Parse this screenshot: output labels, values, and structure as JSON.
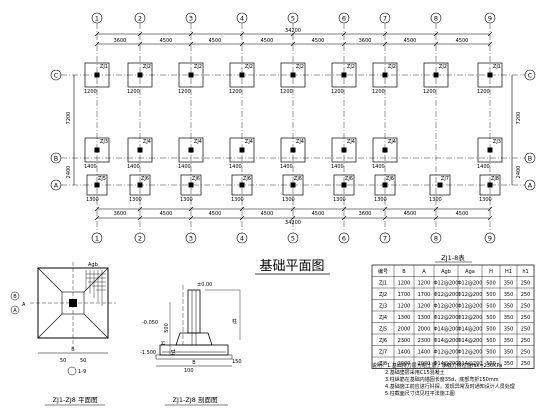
{
  "axes": {
    "numbers": [
      "1",
      "2",
      "3",
      "4",
      "5",
      "6",
      "7",
      "8",
      "9"
    ],
    "letters_right": [
      "C",
      "B",
      "A"
    ],
    "letters_left": [
      "C",
      "B",
      "A"
    ]
  },
  "dims": {
    "top_spans": [
      "3600",
      "4500",
      "4500",
      "4500",
      "4500",
      "3600",
      "4500",
      "4500"
    ],
    "top_total": "34200",
    "bottom_spans": [
      "3600",
      "4500",
      "4500",
      "4500",
      "4500",
      "3600",
      "4500",
      "4500"
    ],
    "bottom_total": "34200",
    "left_vertical": [
      "7200",
      "2400"
    ],
    "right_vertical": [
      "7200",
      "2400"
    ]
  },
  "footings": {
    "row_c_labels": [
      "ZJ1",
      "ZJ2",
      "ZJ2",
      "ZJ2",
      "ZJ2",
      "ZJ2",
      "ZJ2",
      "ZJ2",
      "ZJ1"
    ],
    "row_b_labels": [
      "ZJ3",
      "ZJ4",
      "ZJ4",
      "ZJ4",
      "ZJ4",
      "ZJ4",
      "ZJ4",
      "ZJ3"
    ],
    "row_a_labels": [
      "ZJ5",
      "ZJ6",
      "ZJ6",
      "ZJ6",
      "ZJ6",
      "ZJ6",
      "ZJ6",
      "ZJ7",
      "ZJ8"
    ],
    "size_c": "1200",
    "size_b": "1400",
    "size_a": "1300"
  },
  "plan_title": "基础平面图",
  "table": {
    "title": "ZJ1-8表",
    "headers": [
      "编号",
      "B",
      "A",
      "Agb",
      "Aga",
      "H",
      "H1",
      "h1"
    ],
    "rows": [
      [
        "ZJ1",
        "1200",
        "1200",
        "Φ12@200",
        "Φ12@200",
        "500",
        "350",
        "250"
      ],
      [
        "ZJ2",
        "1700",
        "1700",
        "Φ12@200",
        "Φ12@200",
        "500",
        "350",
        "250"
      ],
      [
        "ZJ3",
        "1200",
        "1200",
        "Φ12@200",
        "Φ12@200",
        "500",
        "350",
        "250"
      ],
      [
        "ZJ4",
        "1300",
        "1300",
        "Φ12@200",
        "Φ12@200",
        "500",
        "350",
        "250"
      ],
      [
        "ZJ5",
        "2000",
        "2000",
        "Φ14@200",
        "Φ14@200",
        "500",
        "350",
        "250"
      ],
      [
        "ZJ6",
        "2300",
        "2300",
        "Φ14@200",
        "Φ14@200",
        "500",
        "350",
        "250"
      ],
      [
        "ZJ7",
        "1400",
        "1400",
        "Φ12@200",
        "Φ12@200",
        "500",
        "350",
        "250"
      ],
      [
        "ZJ8",
        "2000",
        "2000",
        "Φ14@200",
        "Φ14@200",
        "500",
        "350",
        "250"
      ]
    ]
  },
  "notes": [
    "说明：1.基础持力层为粘土层，承载力特征值fak=230KPa",
    "2.基础垫层采用C15混凝土",
    "3.柱纵筋在基础内锚固长度35d，底部弯折150mm",
    "4.基础施工前应进行钎探，发现异常及时通知设计人员处理",
    "5.柱截面尺寸详见柱平法施工图"
  ],
  "details": {
    "plan_label": "ZJ1-ZJ8 平面图",
    "section_label": "ZJ1-ZJ8 剖面图",
    "axis_ref": "1-9",
    "elev_pm": "±0.00",
    "elev_bottom": "-1.500",
    "elev_top": "-0.050",
    "dim_h": "H",
    "dim_h1": "h1",
    "dim_b": "B",
    "dim_a": "A",
    "dim_50": "50",
    "dim_500": "500",
    "dim_100": "100",
    "dim_150": "150",
    "rebar_label": "Agb",
    "column_label": "柱"
  }
}
